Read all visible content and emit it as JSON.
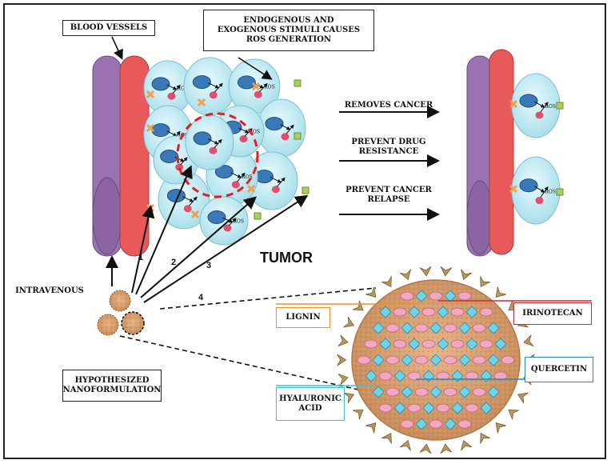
{
  "labels": {
    "blood_vessels": "BLOOD VESSELS",
    "stimuli": [
      "ENDOGENOUS AND",
      "EXOGENOUS STIMULI CAUSES",
      "ROS GENERATION"
    ],
    "removes_cancer": "REMOVES CANCER",
    "prevent_drug_resistance": [
      "PREVENT DRUG",
      "RESISTANCE"
    ],
    "prevent_cancer_relapse": [
      "PREVENT CANCER",
      "RELAPSE"
    ],
    "tumor": "TUMOR",
    "intravenous": "INTRAVENOUS",
    "hypothesized": [
      "HYPOTHESIZED",
      "NANOFORMULATION"
    ],
    "lignin": "LIGNIN",
    "irinotecan": "IRINOTECAN",
    "quercetin": "QUERCETIN",
    "hyaluronic": [
      "HYALURONIC",
      "ACID"
    ],
    "ros": "ROS",
    "path_numbers": [
      "1",
      "2",
      "3",
      "4"
    ]
  },
  "colors": {
    "vessel_purple": "#9b72b0",
    "vessel_red": "#e85a5a",
    "cell_fill": "#c9eef5",
    "nucleus": "#3a78b8",
    "ros_dot": "#e0506a",
    "receptor": "#f0a050",
    "lignin_box": "#f0902a",
    "irinotecan_box": "#c0303a",
    "quercetin_box": "#2a8ab8",
    "hyaluronic_box": "#40c0d0",
    "nanoparticle": "#d9a070",
    "red_circle": "#e02020"
  }
}
